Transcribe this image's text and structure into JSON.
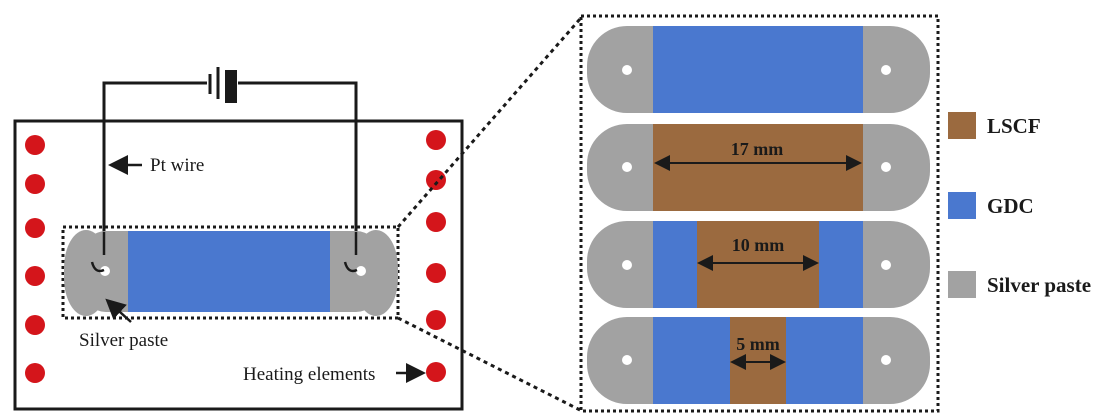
{
  "labels": {
    "pt_wire": "Pt wire",
    "silver_paste": "Silver paste",
    "heating_elements": "Heating elements"
  },
  "samples": [
    {
      "center_material": "GDC",
      "center_length": ""
    },
    {
      "center_material": "LSCF",
      "center_length": "17 mm"
    },
    {
      "center_material": "LSCF",
      "center_length": "10 mm"
    },
    {
      "center_material": "LSCF",
      "center_length": "5 mm"
    }
  ],
  "legend": [
    {
      "label": "LSCF",
      "color": "#9b6a3f"
    },
    {
      "label": "GDC",
      "color": "#4a78cf"
    },
    {
      "label": "Silver paste",
      "color": "#a2a2a2"
    }
  ],
  "colors": {
    "lscf": "#9b6a3f",
    "gdc": "#4a78cf",
    "silver": "#a2a2a2",
    "heating_element": "#d4151b",
    "line": "#1a1a1a"
  }
}
